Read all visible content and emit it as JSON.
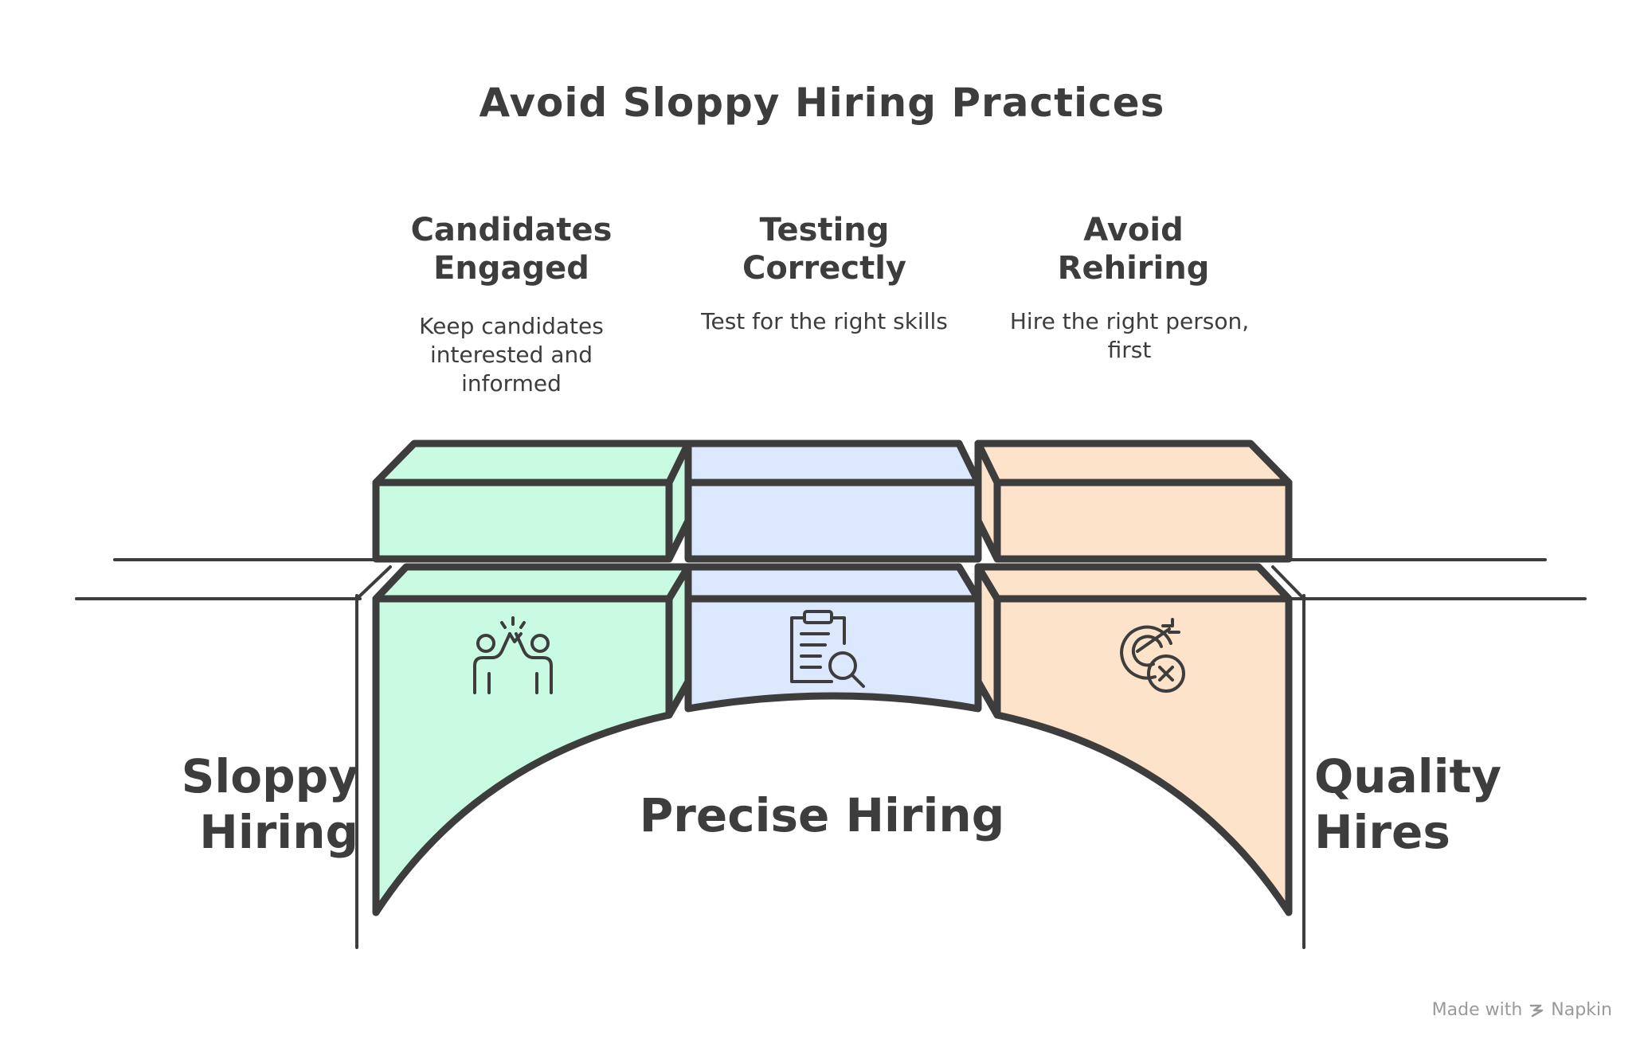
{
  "title": "Avoid Sloppy Hiring Practices",
  "columns": [
    {
      "title": "Candidates\nEngaged",
      "description": "Keep candidates interested and informed",
      "icon": "high-five-icon",
      "color": "#c8fbe2"
    },
    {
      "title": "Testing\nCorrectly",
      "description": "Test for the right skills",
      "icon": "clipboard-search-icon",
      "color": "#dce8fd"
    },
    {
      "title": "Avoid\nRehiring",
      "description": "Hire the right person, first",
      "icon": "target-cancel-icon",
      "color": "#fee3cb"
    }
  ],
  "left_label": "Sloppy\nHiring",
  "right_label": "Quality\nHires",
  "center_label": "Precise Hiring",
  "credit": {
    "prefix": "Made with",
    "brand": "Napkin"
  },
  "colors": {
    "stroke": "#3d3d3d",
    "green": "#c8fbe2",
    "blue": "#dce8fd",
    "orange": "#fee3cb"
  }
}
